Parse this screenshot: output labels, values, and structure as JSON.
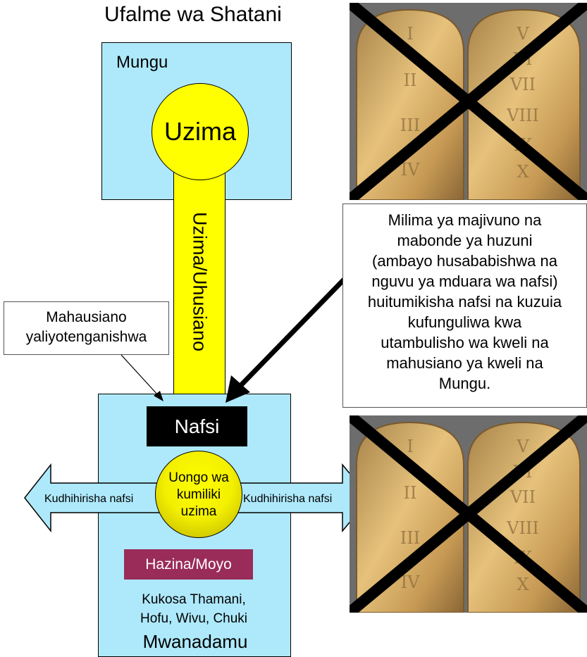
{
  "title": "Ufalme wa Shatani",
  "god_panel": {
    "label": "Mungu",
    "life_circle": "Uzima",
    "shaft_label": "Uzima/Uhusiano"
  },
  "callouts": {
    "separated_lines": [
      "Mahausiano",
      "yaliyotenganishwa"
    ],
    "mountains_lines": [
      "Milima ya majivuno na",
      "mabonde ya huzuni",
      "(ambayo husababishwa na",
      "nguvu ya mduara wa nafsi)",
      "huitumikisha nafsi na kuzuia",
      "kufunguliwa kwa",
      "utambulisho wa kweli na",
      "mahusiano ya kweli na",
      "Mungu."
    ]
  },
  "human_panel": {
    "self_box": "Nafsi",
    "lie_circle_lines": [
      "Uongo wa",
      "kumiliki",
      "uzima"
    ],
    "left_arrow": "Kudhihirisha nafsi",
    "right_arrow": "Kudhihirisha nafsi",
    "treasure": "Hazina/Moyo",
    "fears_lines": [
      "Kukosa Thamani,",
      "Hofu, Wivu, Chuki"
    ],
    "label": "Mwanadamu"
  },
  "tablets": {
    "left_numerals": [
      "I",
      "II",
      "III",
      "IV"
    ],
    "right_numerals": [
      "V",
      "VI",
      "VII",
      "VIII",
      "IX",
      "X"
    ]
  },
  "colors": {
    "panel_blue": "#aee9fb",
    "life_yellow": "#ffff00",
    "self_black": "#000000",
    "treasure_maroon": "#9a2c59",
    "tablet_gold": "#c9a35c"
  }
}
